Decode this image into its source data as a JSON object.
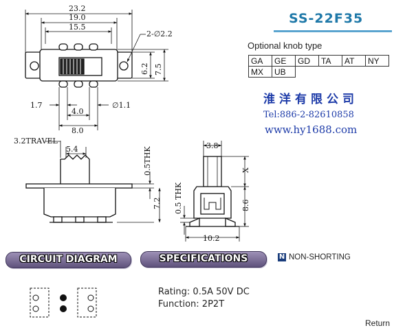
{
  "header": {
    "model": "SS-22F35"
  },
  "knob_types": {
    "title": "Optional knob type",
    "rows": [
      [
        "GA",
        "GE",
        "GD",
        "TA",
        "AT",
        "NY"
      ],
      [
        "MX",
        "UB"
      ]
    ]
  },
  "company": {
    "name": "淮洋有限公司",
    "tel": "Tel:886-2-82610858",
    "web": "www.hy1688.com"
  },
  "dimensions": {
    "d232": "23.2",
    "d190": "19.0",
    "d155": "15.5",
    "hole": "2-∅2.2",
    "d62": "6.2",
    "d75": "7.5",
    "d17": "1.7",
    "d40": "4.0",
    "d80": "8.0",
    "pin": "∅1.1",
    "travel": "3.2TRAVEL",
    "d54": "5.4",
    "thk": "0.5THK",
    "d72": "7.2",
    "d38": "3.8",
    "x": "X",
    "thk2": "0.5 THK",
    "d86": "8.6",
    "d102": "10.2"
  },
  "sections": {
    "circuit": "CIRCUIT DIAGRAM",
    "specs": "SPECIFICATIONS",
    "nonshorting": "NON-SHORTING",
    "ns_icon": "N"
  },
  "specs": {
    "rating": "Rating: 0.5A 50V DC",
    "function": "Function: 2P2T"
  },
  "nav": {
    "return": "Return"
  }
}
